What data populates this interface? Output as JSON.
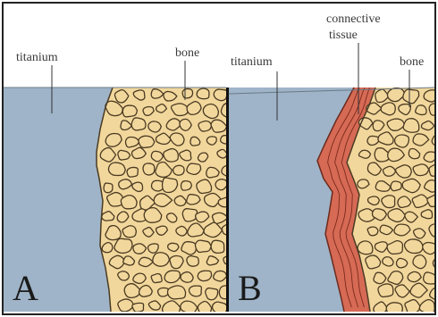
{
  "panels": [
    {
      "letter": "A",
      "labels": {
        "left": "titanium",
        "right": "bone"
      }
    },
    {
      "letter": "B",
      "labels": {
        "left": "titanium",
        "middle_line1": "connective",
        "middle_line2": "tissue",
        "right": "bone"
      }
    }
  ],
  "colors": {
    "titanium": "#9fb4c8",
    "bone": "#f2d79c",
    "bone_outline": "#4a3a22",
    "connective_tissue": "#d66a55",
    "divider": "#111111",
    "frame": "#222222",
    "leader_line": "#333333"
  }
}
